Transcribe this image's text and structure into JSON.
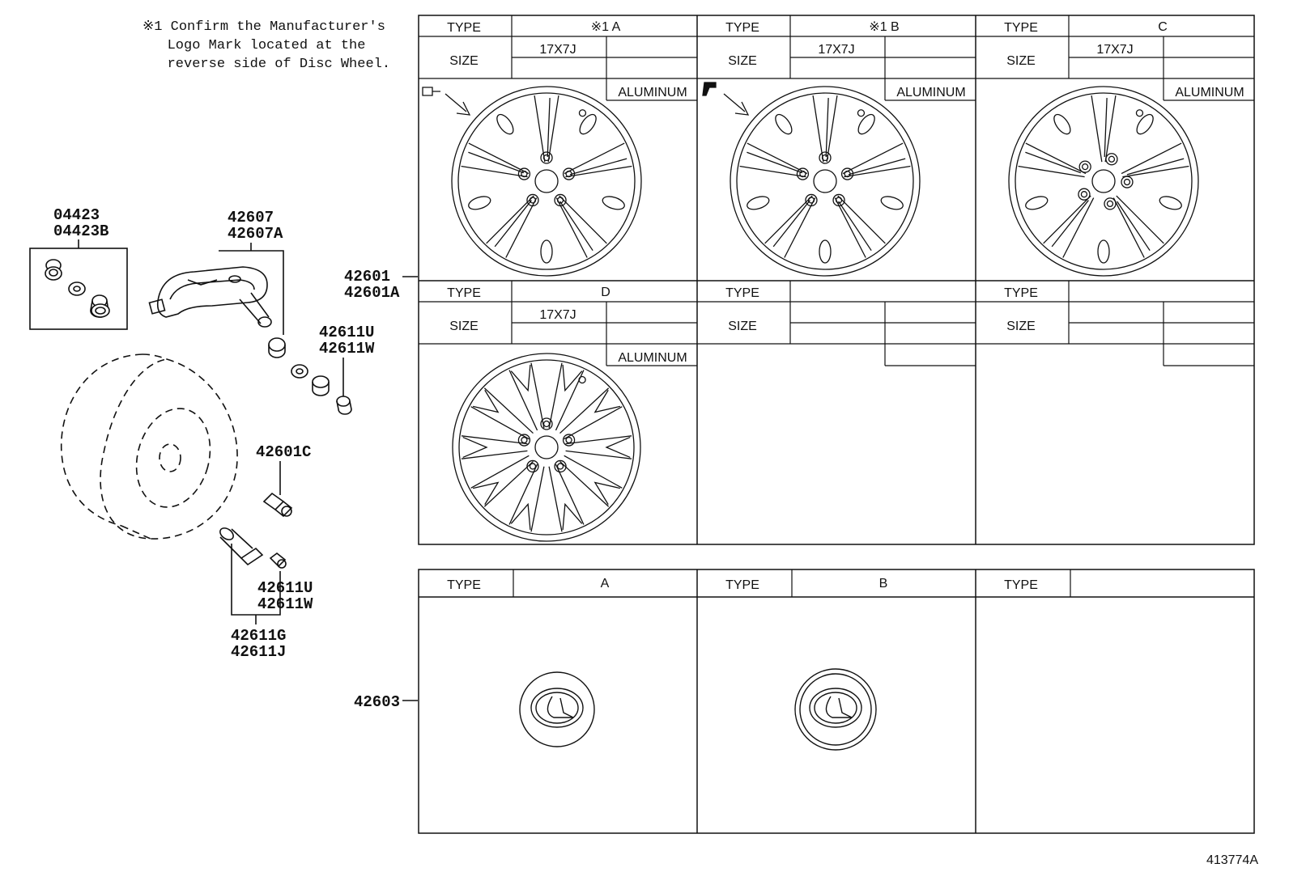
{
  "note": {
    "line1": "※1 Confirm the Manufacturer's",
    "line2": "Logo Mark located at the",
    "line3": "reverse side of Disc Wheel."
  },
  "parts": {
    "p04423": "04423",
    "p04423B": "04423B",
    "p42607": "42607",
    "p42607A": "42607A",
    "p42611U_a": "42611U",
    "p42611W_a": "42611W",
    "p42601C": "42601C",
    "p42611U_b": "42611U",
    "p42611W_b": "42611W",
    "p42611G": "42611G",
    "p42611J": "42611J",
    "p42601": "42601",
    "p42601A": "42601A",
    "p42603": "42603"
  },
  "wheel_table": {
    "type_label": "TYPE",
    "size_label": "SIZE",
    "material": "ALUMINUM",
    "cells": [
      {
        "type": "※1 A",
        "size": "17X7J"
      },
      {
        "type": "※1 B",
        "size": "17X7J"
      },
      {
        "type": "C",
        "size": "17X7J"
      },
      {
        "type": "D",
        "size": "17X7J"
      },
      {
        "type": "",
        "size": ""
      },
      {
        "type": "",
        "size": ""
      }
    ]
  },
  "ornament_table": {
    "type_label": "TYPE",
    "cells": [
      {
        "type": "A"
      },
      {
        "type": "B"
      },
      {
        "type": ""
      }
    ]
  },
  "ref_code": "413774A"
}
